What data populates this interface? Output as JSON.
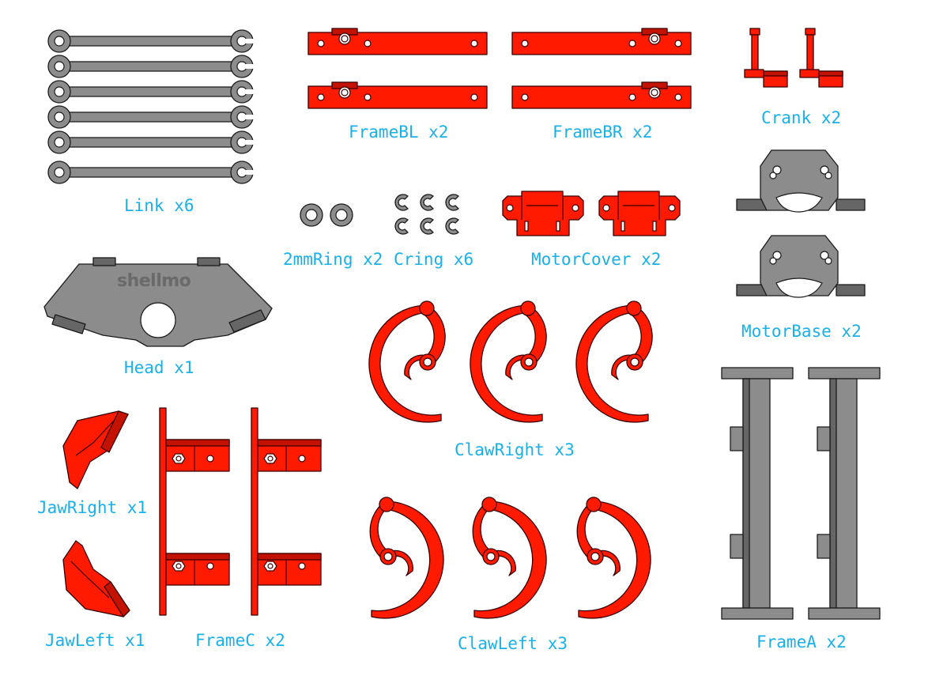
{
  "parts": {
    "link": "Link x6",
    "frame_bl": "FrameBL x2",
    "frame_br": "FrameBR x2",
    "crank": "Crank x2",
    "ring": "2mmRing x2",
    "cring": "Cring x6",
    "motor_cover": "MotorCover x2",
    "motor_base": "MotorBase x2",
    "head": "Head x1",
    "head_logo": "shellmo",
    "claw_right": "ClawRight x3",
    "jaw_right": "JawRight x1",
    "jaw_left": "JawLeft x1",
    "frame_c": "FrameC x2",
    "claw_left": "ClawLeft x3",
    "frame_a": "FrameA x2"
  },
  "colors": {
    "part_red": "#ff1a00",
    "part_grey": "#8c8c8c",
    "label": "#1ab0e8"
  }
}
